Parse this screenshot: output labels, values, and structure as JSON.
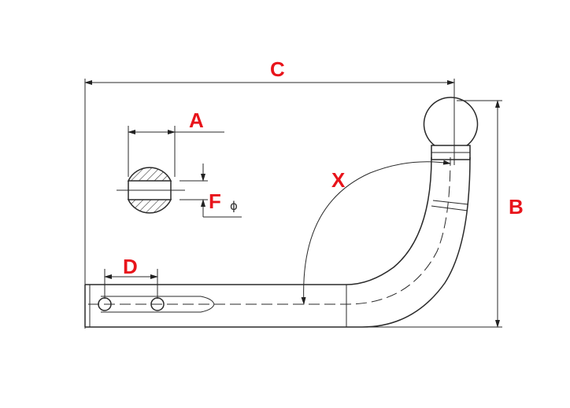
{
  "labels": {
    "c": "C",
    "a": "A",
    "f": "F",
    "phi": "ϕ",
    "x": "X",
    "b": "B",
    "d": "D"
  },
  "colors": {
    "label": "#e8141b",
    "line": "#2a2a2a"
  }
}
